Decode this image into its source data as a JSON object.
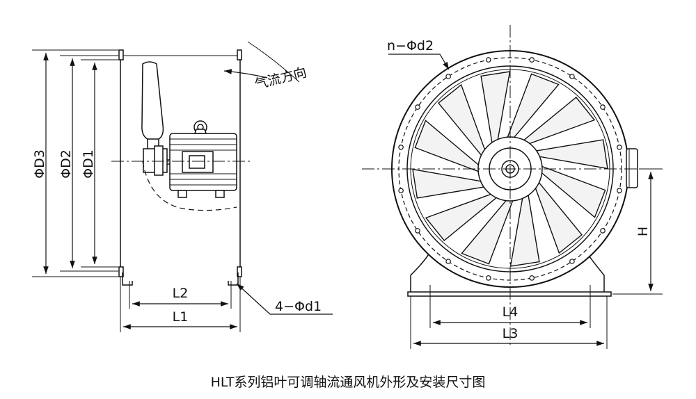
{
  "caption": "HLT系列铝叶可调轴流通风机外形及安装尺寸图",
  "side_view": {
    "labels": {
      "d3": "ΦD3",
      "d2": "ΦD2",
      "d1": "ΦD1",
      "l2": "L2",
      "l1": "L1",
      "holes": "4−Φd1",
      "airflow": "气流方向"
    }
  },
  "front_view": {
    "labels": {
      "flange_holes": "n−Φd2",
      "l4": "L4",
      "l3": "L3",
      "h": "H"
    },
    "blade_count": 12,
    "flange_hole_count": 16
  },
  "colors": {
    "line": "#111111",
    "blade_fill": "#f3f3f3",
    "background": "#ffffff"
  }
}
